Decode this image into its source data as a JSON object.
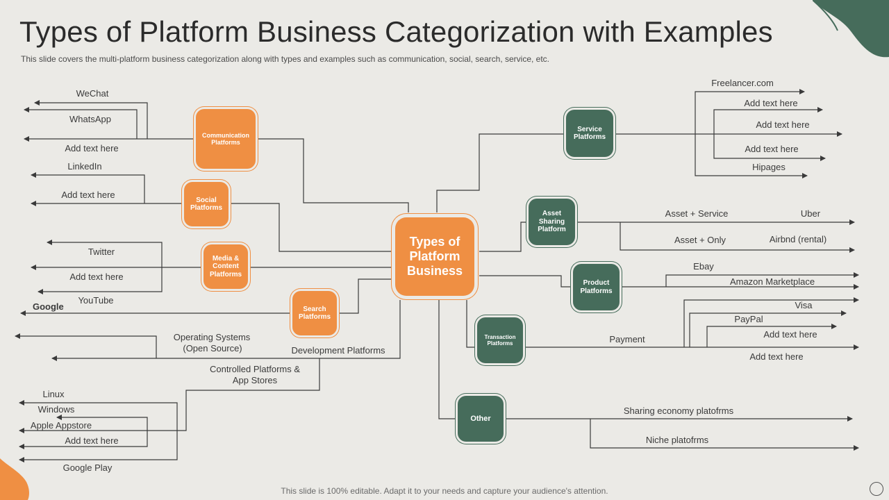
{
  "slide": {
    "title": "Types of Platform Business Categorization with Examples",
    "subtitle": "This slide covers the multi-platform business categorization along with types and examples such as communication, social, search, service, etc.",
    "footer": "This slide is 100% editable. Adapt it to your needs and capture your audience's attention."
  },
  "center": {
    "label": "Types of Platform Business"
  },
  "categories": {
    "communication": "Communication Platforms",
    "social": "Social Platforms",
    "media": "Media & Content Platforms",
    "search": "Search Platforms",
    "service": "Service Platforms",
    "asset": "Asset Sharing Platform",
    "product": "Product Platforms",
    "transaction": "Transaction Platforms",
    "other": "Other"
  },
  "labels": {
    "wechat": "WeChat",
    "whatsapp": "WhatsApp",
    "comm_add": "Add text here",
    "linkedin": "LinkedIn",
    "social_add": "Add text here",
    "twitter": "Twitter",
    "media_add": "Add text here",
    "youtube": "YouTube",
    "google": "Google",
    "os_line1": "Operating Systems",
    "os_line2": "(Open Source)",
    "dev_platforms": "Development  Platforms",
    "ctrl_line1": "Controlled  Platforms &",
    "ctrl_line2": "App Stores",
    "linux": "Linux",
    "windows": "Windows",
    "apple": "Apple Appstore",
    "ctrl_add": "Add text here",
    "googleplay": "Google Play",
    "freelancer": "Freelancer.com",
    "service_add1": "Add text here",
    "service_add2": "Add text here",
    "service_add3": "Add text here",
    "hipages": "Hipages",
    "asset_service": "Asset + Service",
    "uber": "Uber",
    "asset_only": "Asset + Only",
    "airbnb": "Airbnd (rental)",
    "ebay": "Ebay",
    "amazon": "Amazon Marketplace",
    "visa": "Visa",
    "paypal": "PayPal",
    "payment": "Payment",
    "trans_add1": "Add text here",
    "trans_add2": "Add text here",
    "sharing": "Sharing economy platofrms",
    "niche": "Niche platofrms"
  },
  "colors": {
    "orange": "#ef8f43",
    "green": "#466c5b",
    "background": "#ebeae6",
    "line": "#3a3a3a"
  }
}
